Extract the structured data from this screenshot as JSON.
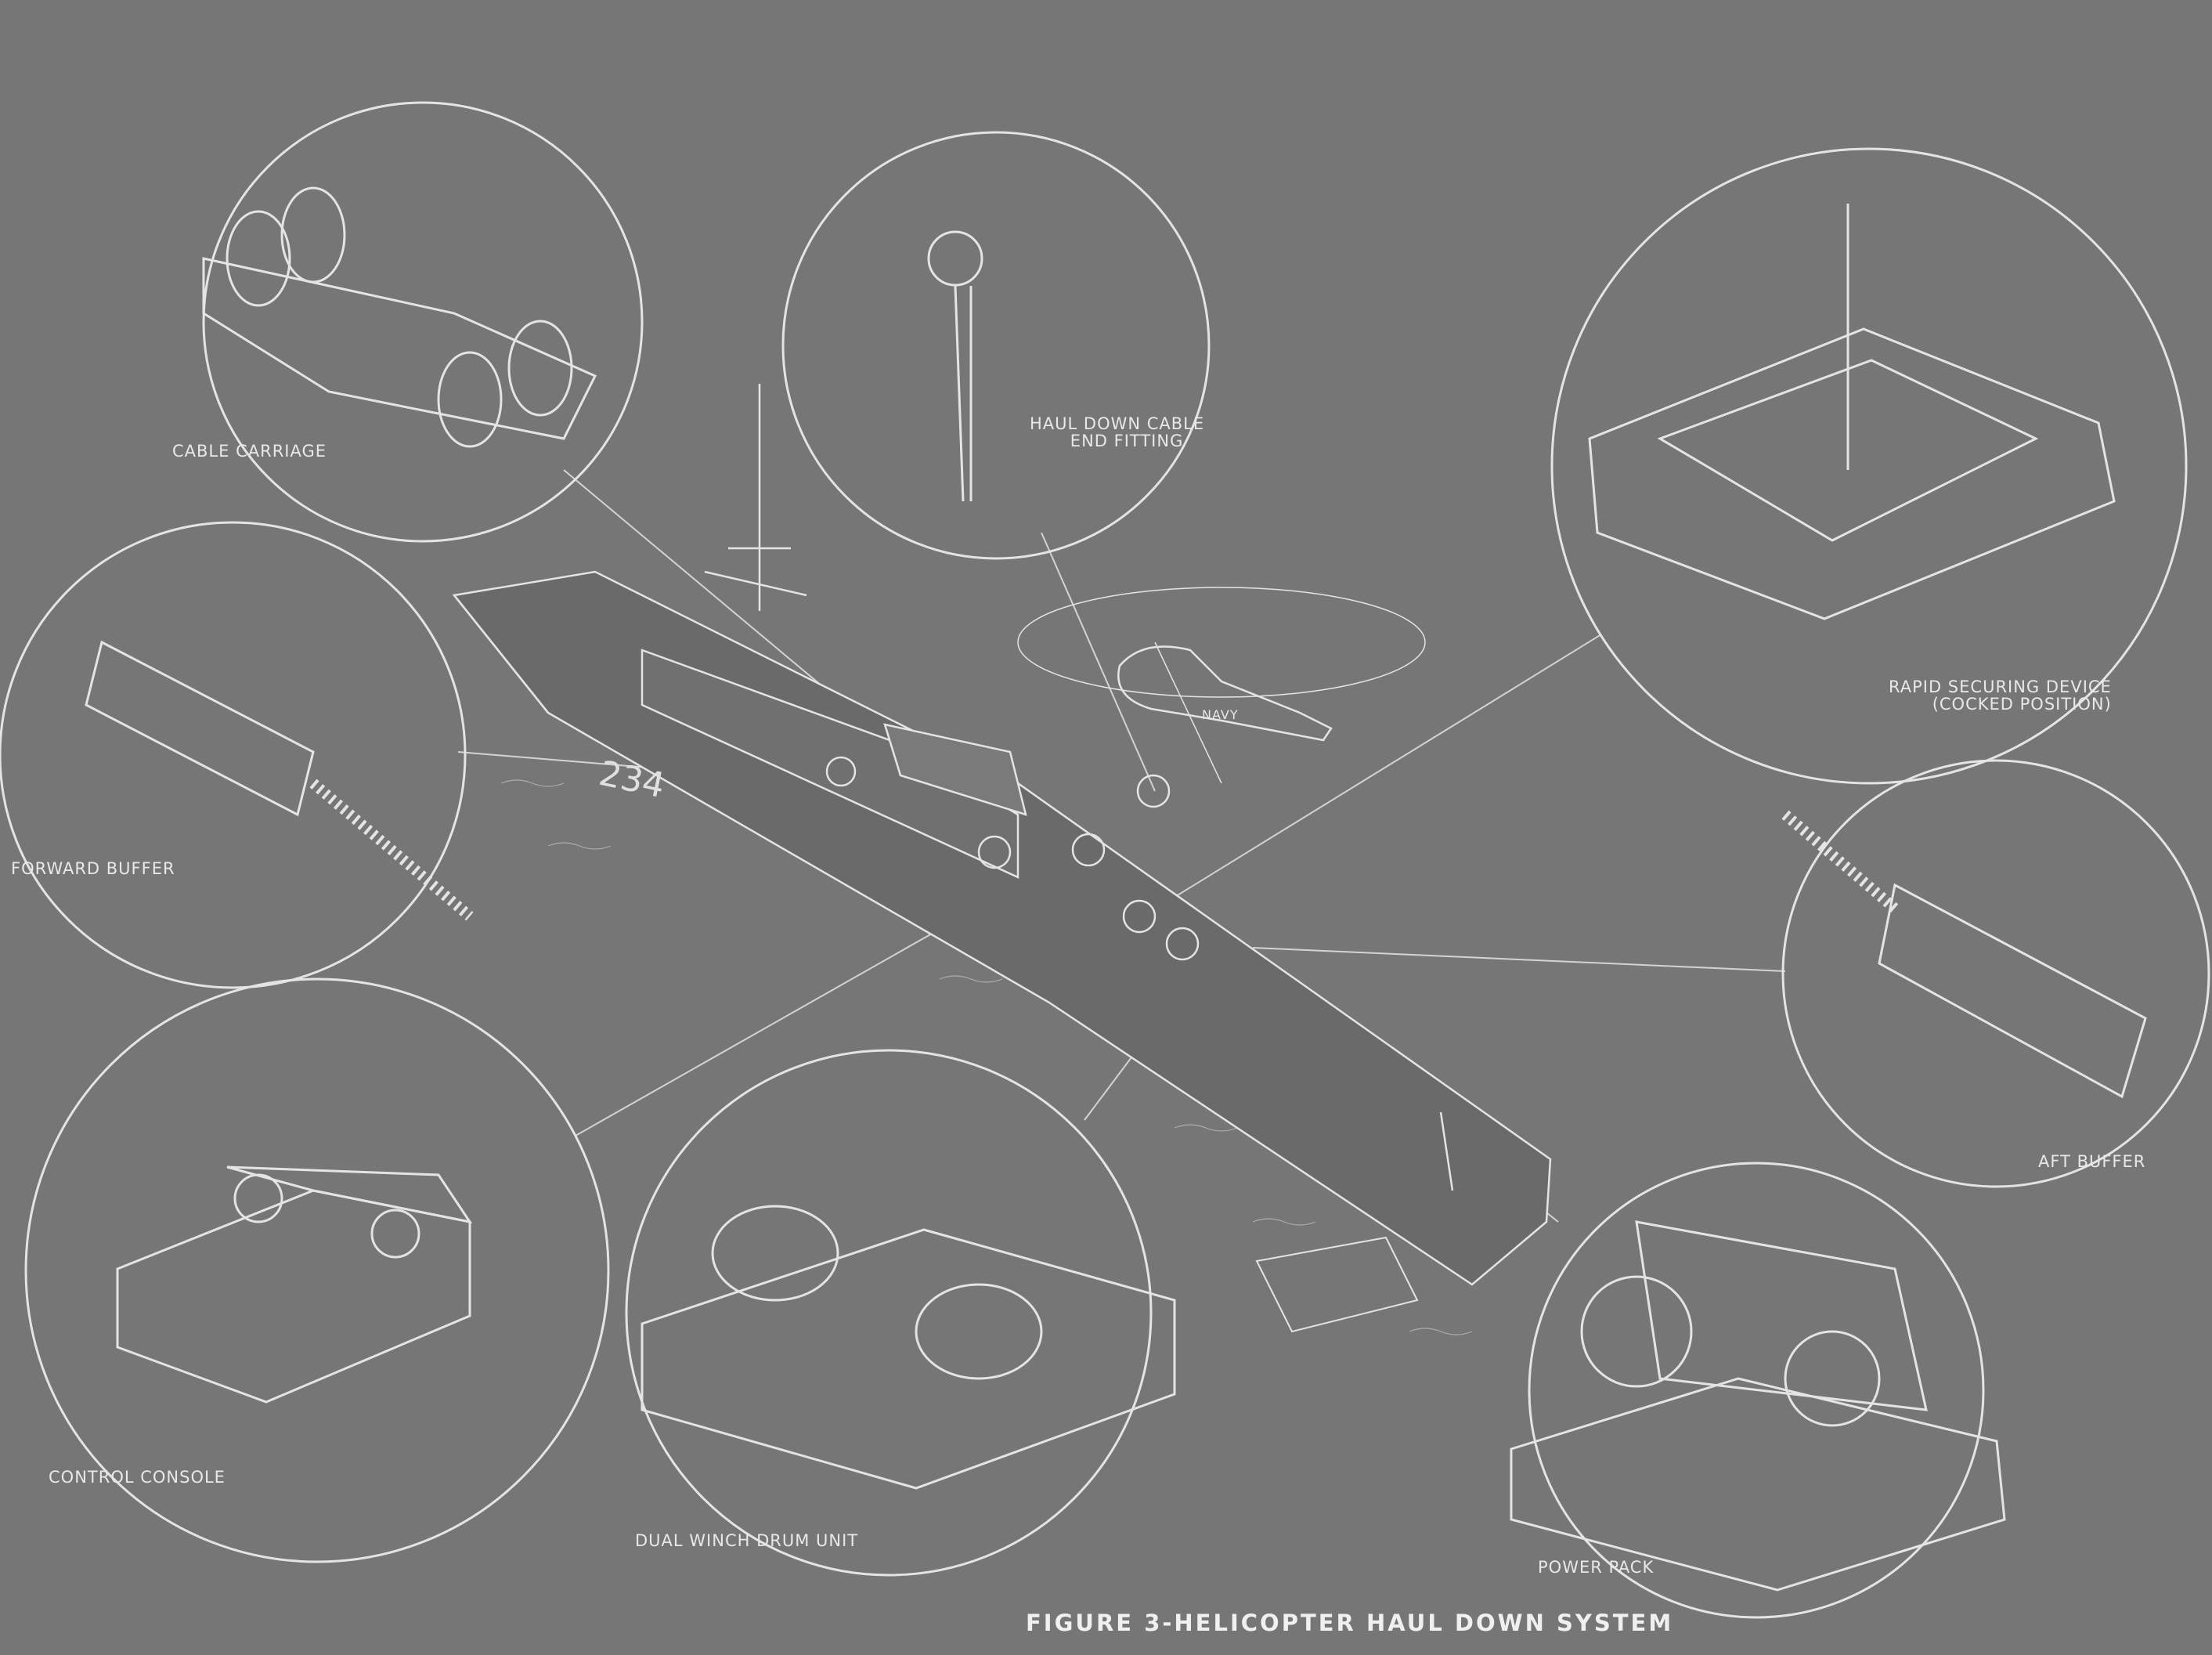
{
  "figure": {
    "title": "FIGURE 3-HELICOPTER HAUL DOWN SYSTEM",
    "ship_hull_number": "234",
    "helicopter_marking": "NAVY"
  },
  "callouts": [
    {
      "id": "cable-carriage",
      "label": "CABLE CARRIAGE"
    },
    {
      "id": "haul-down-cable",
      "label": "HAUL DOWN CABLE",
      "label2": "END FITTING"
    },
    {
      "id": "rapid-securing-device",
      "label": "RAPID SECURING DEVICE",
      "label2": "(COCKED POSITION)"
    },
    {
      "id": "forward-buffer",
      "label": "FORWARD BUFFER"
    },
    {
      "id": "aft-buffer",
      "label": "AFT BUFFER"
    },
    {
      "id": "control-console",
      "label": "CONTROL CONSOLE"
    },
    {
      "id": "dual-winch-drum-unit",
      "label": "DUAL WINCH DRUM UNIT"
    },
    {
      "id": "power-pack",
      "label": "POWER PACK"
    }
  ],
  "colors": {
    "background": "#767676",
    "linework": "#e6e6e6"
  }
}
